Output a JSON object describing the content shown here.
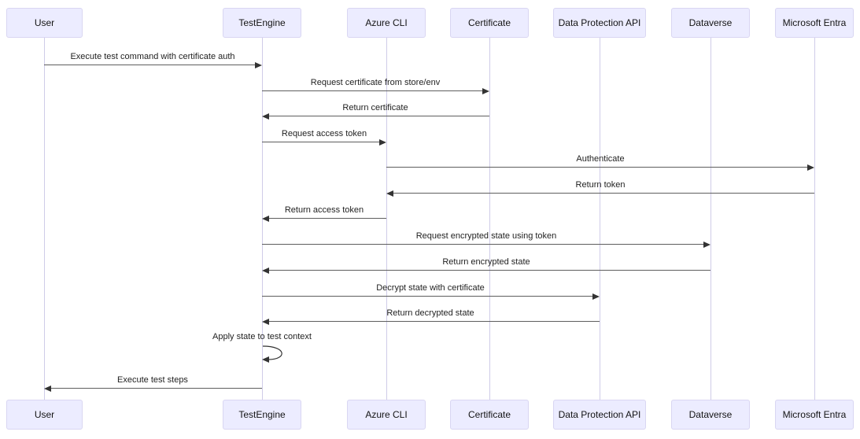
{
  "diagram": {
    "type": "sequence-diagram",
    "actors": [
      {
        "name": "User"
      },
      {
        "name": "TestEngine"
      },
      {
        "name": "Azure CLI"
      },
      {
        "name": "Certificate"
      },
      {
        "name": "Data Protection API"
      },
      {
        "name": "Dataverse"
      },
      {
        "name": "Microsoft Entra"
      }
    ],
    "messages": [
      {
        "from": "User",
        "to": "TestEngine",
        "direction": "right",
        "label": "Execute test command with certificate auth"
      },
      {
        "from": "TestEngine",
        "to": "Certificate",
        "direction": "right",
        "label": "Request certificate from store/env"
      },
      {
        "from": "Certificate",
        "to": "TestEngine",
        "direction": "left",
        "label": "Return certificate"
      },
      {
        "from": "TestEngine",
        "to": "Azure CLI",
        "direction": "right",
        "label": "Request access token"
      },
      {
        "from": "Azure CLI",
        "to": "Microsoft Entra",
        "direction": "right",
        "label": "Authenticate"
      },
      {
        "from": "Microsoft Entra",
        "to": "Azure CLI",
        "direction": "left",
        "label": "Return token"
      },
      {
        "from": "Azure CLI",
        "to": "TestEngine",
        "direction": "left",
        "label": "Return access token"
      },
      {
        "from": "TestEngine",
        "to": "Dataverse",
        "direction": "right",
        "label": "Request encrypted state using token"
      },
      {
        "from": "Dataverse",
        "to": "TestEngine",
        "direction": "left",
        "label": "Return encrypted state"
      },
      {
        "from": "TestEngine",
        "to": "Data Protection API",
        "direction": "right",
        "label": "Decrypt state with certificate"
      },
      {
        "from": "Data Protection API",
        "to": "TestEngine",
        "direction": "left",
        "label": "Return decrypted state"
      },
      {
        "from": "TestEngine",
        "to": "TestEngine",
        "direction": "self",
        "label": "Apply state to test context"
      },
      {
        "from": "TestEngine",
        "to": "User",
        "direction": "left",
        "label": "Execute test steps"
      }
    ],
    "colors": {
      "actor_fill": "#ECECFF",
      "actor_border": "#D9D6F2",
      "lifeline": "#CFCCE8",
      "message_line": "#5E5E5E",
      "arrowhead": "#333333",
      "text": "#1F1F1F",
      "background": "#FFFFFF"
    }
  }
}
